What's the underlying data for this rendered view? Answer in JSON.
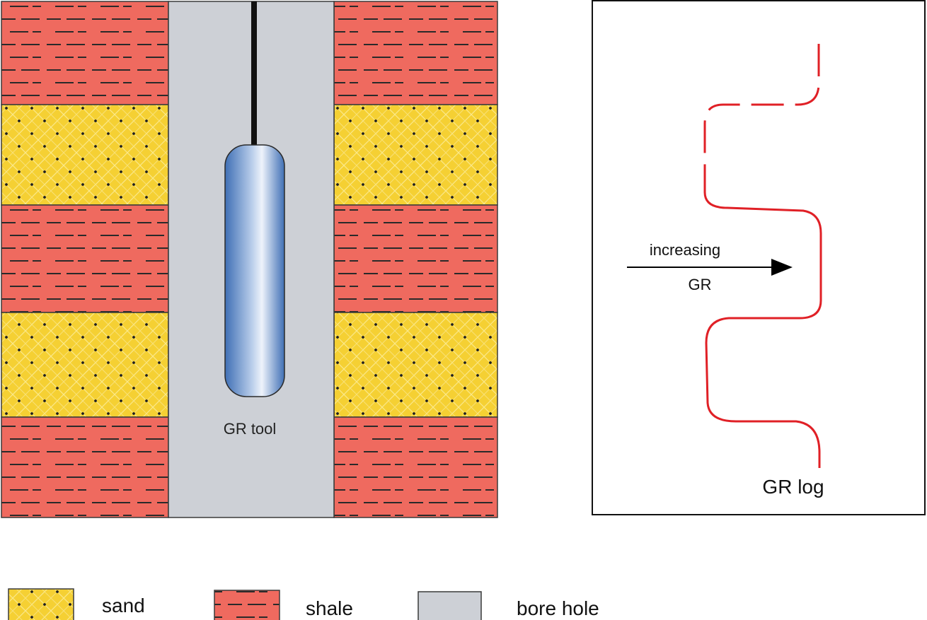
{
  "diagram": {
    "tool_label": "GR tool",
    "log_label": "GR log",
    "arrow_label_top": "increasing",
    "arrow_label_bottom": "GR"
  },
  "legend": {
    "sand_label": "sand",
    "shale_label": "shale",
    "borehole_label": "bore hole"
  },
  "colors": {
    "shale": "#ef6a5f",
    "sand": "#f5d033",
    "borehole": "#cdd0d6",
    "log_curve": "#e02026",
    "outline": "#3a3a3a"
  },
  "icons": [
    "sand-pattern-icon",
    "shale-pattern-icon",
    "bore-hole-swatch-icon",
    "arrow-right-icon"
  ]
}
